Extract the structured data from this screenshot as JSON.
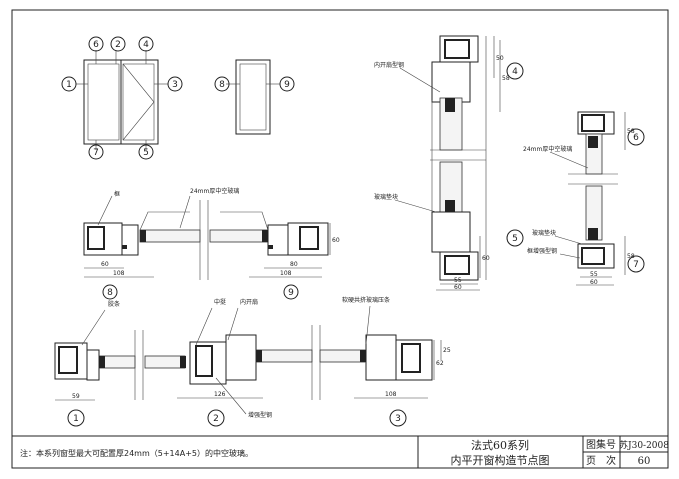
{
  "callouts": [
    "1",
    "2",
    "3",
    "4",
    "5",
    "6",
    "7",
    "8",
    "9"
  ],
  "labels": {
    "frame": "框",
    "glass_24mm": "24mm厚中空玻璃",
    "sash_steel": "内开扇型钢",
    "glass_block": "玻璃垫块",
    "glass_24mm_b": "24mm厚中空玻璃",
    "glass_block_b": "玻璃垫块",
    "frame_steel": "框增强型钢",
    "gasket": "胶条",
    "mullion": "中挺",
    "inward_sash": "内开扇",
    "glazing_bead": "软硬共挤玻璃压条",
    "reinforcing_steel": "增强型钢"
  },
  "dimensions": {
    "s8_a": "60",
    "s8_b": "108",
    "s8_h": "60",
    "s9_a": "80",
    "s9_b": "108",
    "s4_a": "50",
    "s4_b": "58",
    "s5_a": "60",
    "s5_w1": "55",
    "s5_w2": "60",
    "s6_a": "58",
    "s7_a": "58",
    "s7_w1": "55",
    "s7_w2": "60",
    "s1_a": "59",
    "s2_a": "126",
    "s3_a": "108",
    "s3_h": "62",
    "s3_h2": "25"
  },
  "title_block": {
    "note": "注：本系列窗型最大可配置厚24mm（5+14A+5）的中空玻璃。",
    "title_line1": "法式60系列",
    "title_line2": "内平开窗构造节点图",
    "atlas_label": "图集号",
    "atlas_value": "苏J30-2008",
    "page_label": "页　次",
    "page_value": "60"
  }
}
